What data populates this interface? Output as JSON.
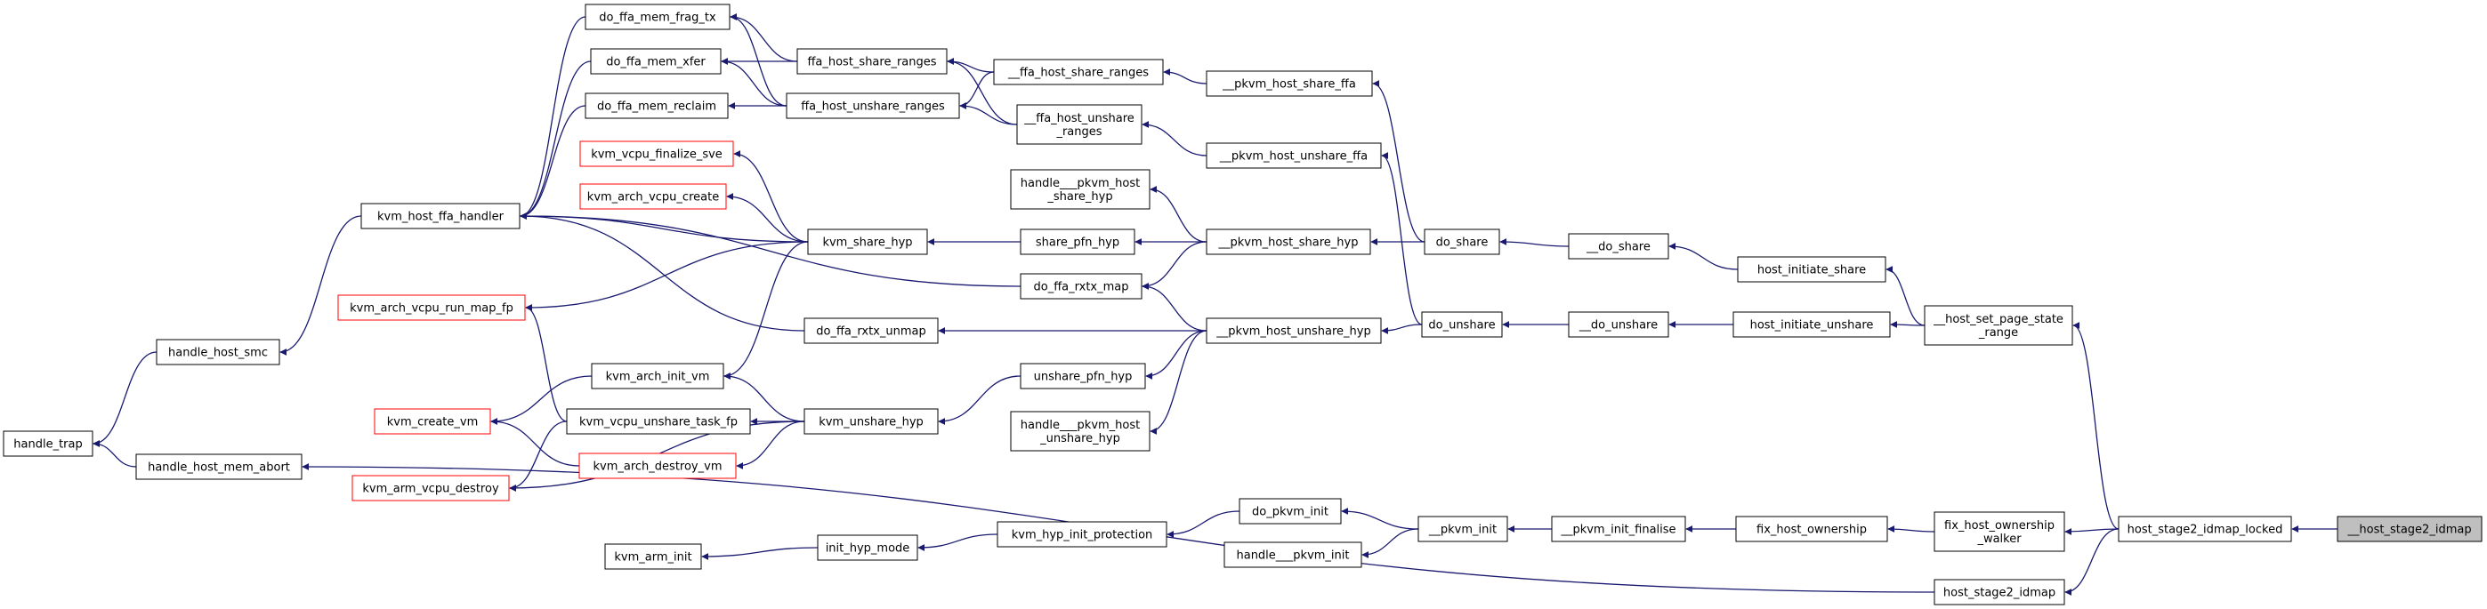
{
  "colors": {
    "edge": "#191970",
    "node_border": "#000000",
    "node_border_truncated": "#ff0000",
    "root_fill": "#bfbfbf",
    "node_fill": "#ffffff"
  },
  "nodes": {
    "n_host_stage2_idmap_root": {
      "lines": [
        "__host_stage2_idmap"
      ],
      "style": "root"
    },
    "n_host_stage2_idmap_locked": {
      "lines": [
        "host_stage2_idmap_locked"
      ],
      "style": "normal"
    },
    "n_host_set_page_state_range": {
      "lines": [
        "__host_set_page_state",
        "_range"
      ],
      "style": "normal"
    },
    "n_fix_host_ownership_walker": {
      "lines": [
        "fix_host_ownership",
        "_walker"
      ],
      "style": "normal"
    },
    "n_host_stage2_idmap": {
      "lines": [
        "host_stage2_idmap"
      ],
      "style": "normal"
    },
    "n_host_initiate_share": {
      "lines": [
        "host_initiate_share"
      ],
      "style": "normal"
    },
    "n_host_initiate_unshare": {
      "lines": [
        "host_initiate_unshare"
      ],
      "style": "normal"
    },
    "n_fix_host_ownership": {
      "lines": [
        "fix_host_ownership"
      ],
      "style": "normal"
    },
    "n_do_share2": {
      "lines": [
        "__do_share"
      ],
      "style": "normal"
    },
    "n_do_unshare2": {
      "lines": [
        "__do_unshare"
      ],
      "style": "normal"
    },
    "n_pkvm_init_finalise": {
      "lines": [
        "__pkvm_init_finalise"
      ],
      "style": "normal"
    },
    "n_do_share": {
      "lines": [
        "do_share"
      ],
      "style": "normal"
    },
    "n_do_unshare": {
      "lines": [
        "do_unshare"
      ],
      "style": "normal"
    },
    "n_pkvm_init": {
      "lines": [
        "__pkvm_init"
      ],
      "style": "normal"
    },
    "n_pkvm_host_share_ffa": {
      "lines": [
        "__pkvm_host_share_ffa"
      ],
      "style": "normal"
    },
    "n_pkvm_host_unshare_ffa": {
      "lines": [
        "__pkvm_host_unshare_ffa"
      ],
      "style": "normal"
    },
    "n_pkvm_host_share_hyp": {
      "lines": [
        "__pkvm_host_share_hyp"
      ],
      "style": "normal"
    },
    "n_pkvm_host_unshare_hyp": {
      "lines": [
        "__pkvm_host_unshare_hyp"
      ],
      "style": "normal"
    },
    "n_do_pkvm_init": {
      "lines": [
        "do_pkvm_init"
      ],
      "style": "normal"
    },
    "n_handle_pkvm_init": {
      "lines": [
        "handle___pkvm_init"
      ],
      "style": "normal"
    },
    "n_ffa_host_share_ranges2": {
      "lines": [
        "__ffa_host_share_ranges"
      ],
      "style": "normal"
    },
    "n_ffa_host_unshare_ranges2": {
      "lines": [
        "__ffa_host_unshare",
        "_ranges"
      ],
      "style": "normal"
    },
    "n_handle_pkvm_host_share_hyp": {
      "lines": [
        "handle___pkvm_host",
        "_share_hyp"
      ],
      "style": "normal"
    },
    "n_share_pfn_hyp": {
      "lines": [
        "share_pfn_hyp"
      ],
      "style": "normal"
    },
    "n_do_ffa_rxtx_map": {
      "lines": [
        "do_ffa_rxtx_map"
      ],
      "style": "normal"
    },
    "n_unshare_pfn_hyp": {
      "lines": [
        "unshare_pfn_hyp"
      ],
      "style": "normal"
    },
    "n_handle_pkvm_host_unshare_hyp": {
      "lines": [
        "handle___pkvm_host",
        "_unshare_hyp"
      ],
      "style": "normal"
    },
    "n_kvm_hyp_init_protection": {
      "lines": [
        "kvm_hyp_init_protection"
      ],
      "style": "normal"
    },
    "n_ffa_host_share_ranges": {
      "lines": [
        "ffa_host_share_ranges"
      ],
      "style": "normal"
    },
    "n_ffa_host_unshare_ranges": {
      "lines": [
        "ffa_host_unshare_ranges"
      ],
      "style": "normal"
    },
    "n_kvm_share_hyp": {
      "lines": [
        "kvm_share_hyp"
      ],
      "style": "normal"
    },
    "n_do_ffa_rxtx_unmap": {
      "lines": [
        "do_ffa_rxtx_unmap"
      ],
      "style": "normal"
    },
    "n_kvm_unshare_hyp": {
      "lines": [
        "kvm_unshare_hyp"
      ],
      "style": "normal"
    },
    "n_init_hyp_mode": {
      "lines": [
        "init_hyp_mode"
      ],
      "style": "normal"
    },
    "n_do_ffa_mem_frag_tx": {
      "lines": [
        "do_ffa_mem_frag_tx"
      ],
      "style": "normal"
    },
    "n_do_ffa_mem_xfer": {
      "lines": [
        "do_ffa_mem_xfer"
      ],
      "style": "normal"
    },
    "n_do_ffa_mem_reclaim": {
      "lines": [
        "do_ffa_mem_reclaim"
      ],
      "style": "normal"
    },
    "n_kvm_vcpu_finalize_sve": {
      "lines": [
        "kvm_vcpu_finalize_sve"
      ],
      "style": "truncated"
    },
    "n_kvm_arch_vcpu_create": {
      "lines": [
        "kvm_arch_vcpu_create"
      ],
      "style": "truncated"
    },
    "n_kvm_arch_init_vm": {
      "lines": [
        "kvm_arch_init_vm"
      ],
      "style": "normal"
    },
    "n_kvm_vcpu_unshare_task_fp": {
      "lines": [
        "kvm_vcpu_unshare_task_fp"
      ],
      "style": "normal"
    },
    "n_kvm_arch_destroy_vm": {
      "lines": [
        "kvm_arch_destroy_vm"
      ],
      "style": "truncated"
    },
    "n_kvm_arm_init": {
      "lines": [
        "kvm_arm_init"
      ],
      "style": "normal"
    },
    "n_kvm_host_ffa_handler": {
      "lines": [
        "kvm_host_ffa_handler"
      ],
      "style": "normal"
    },
    "n_kvm_arch_vcpu_run_map_fp": {
      "lines": [
        "kvm_arch_vcpu_run_map_fp"
      ],
      "style": "truncated"
    },
    "n_kvm_create_vm": {
      "lines": [
        "kvm_create_vm"
      ],
      "style": "truncated"
    },
    "n_kvm_arm_vcpu_destroy": {
      "lines": [
        "kvm_arm_vcpu_destroy"
      ],
      "style": "truncated"
    },
    "n_handle_host_smc": {
      "lines": [
        "handle_host_smc"
      ],
      "style": "normal"
    },
    "n_handle_host_mem_abort": {
      "lines": [
        "handle_host_mem_abort"
      ],
      "style": "normal"
    },
    "n_handle_trap": {
      "lines": [
        "handle_trap"
      ],
      "style": "normal"
    }
  },
  "edges": [
    [
      "n_host_stage2_idmap_locked",
      "n_host_stage2_idmap_root"
    ],
    [
      "n_host_set_page_state_range",
      "n_host_stage2_idmap_locked"
    ],
    [
      "n_fix_host_ownership_walker",
      "n_host_stage2_idmap_locked"
    ],
    [
      "n_host_stage2_idmap",
      "n_host_stage2_idmap_locked"
    ],
    [
      "n_host_initiate_share",
      "n_host_set_page_state_range"
    ],
    [
      "n_host_initiate_unshare",
      "n_host_set_page_state_range"
    ],
    [
      "n_fix_host_ownership",
      "n_fix_host_ownership_walker"
    ],
    [
      "n_handle_host_mem_abort",
      "n_host_stage2_idmap"
    ],
    [
      "n_do_share2",
      "n_host_initiate_share"
    ],
    [
      "n_do_unshare2",
      "n_host_initiate_unshare"
    ],
    [
      "n_pkvm_init_finalise",
      "n_fix_host_ownership"
    ],
    [
      "n_do_share",
      "n_do_share2"
    ],
    [
      "n_do_unshare",
      "n_do_unshare2"
    ],
    [
      "n_pkvm_init",
      "n_pkvm_init_finalise"
    ],
    [
      "n_pkvm_host_share_ffa",
      "n_do_share"
    ],
    [
      "n_pkvm_host_share_hyp",
      "n_do_share"
    ],
    [
      "n_pkvm_host_unshare_ffa",
      "n_do_unshare"
    ],
    [
      "n_pkvm_host_unshare_hyp",
      "n_do_unshare"
    ],
    [
      "n_do_pkvm_init",
      "n_pkvm_init"
    ],
    [
      "n_handle_pkvm_init",
      "n_pkvm_init"
    ],
    [
      "n_ffa_host_share_ranges2",
      "n_pkvm_host_share_ffa"
    ],
    [
      "n_ffa_host_unshare_ranges2",
      "n_pkvm_host_unshare_ffa"
    ],
    [
      "n_handle_pkvm_host_share_hyp",
      "n_pkvm_host_share_hyp"
    ],
    [
      "n_share_pfn_hyp",
      "n_pkvm_host_share_hyp"
    ],
    [
      "n_do_ffa_rxtx_map",
      "n_pkvm_host_share_hyp"
    ],
    [
      "n_do_ffa_rxtx_map",
      "n_pkvm_host_unshare_hyp"
    ],
    [
      "n_do_ffa_rxtx_unmap",
      "n_pkvm_host_unshare_hyp"
    ],
    [
      "n_unshare_pfn_hyp",
      "n_pkvm_host_unshare_hyp"
    ],
    [
      "n_handle_pkvm_host_unshare_hyp",
      "n_pkvm_host_unshare_hyp"
    ],
    [
      "n_kvm_hyp_init_protection",
      "n_do_pkvm_init"
    ],
    [
      "n_ffa_host_share_ranges",
      "n_ffa_host_share_ranges2"
    ],
    [
      "n_ffa_host_unshare_ranges",
      "n_ffa_host_share_ranges2"
    ],
    [
      "n_ffa_host_share_ranges",
      "n_ffa_host_unshare_ranges2"
    ],
    [
      "n_ffa_host_unshare_ranges",
      "n_ffa_host_unshare_ranges2"
    ],
    [
      "n_kvm_share_hyp",
      "n_share_pfn_hyp"
    ],
    [
      "n_kvm_host_ffa_handler",
      "n_do_ffa_rxtx_map"
    ],
    [
      "n_kvm_host_ffa_handler",
      "n_do_ffa_rxtx_unmap"
    ],
    [
      "n_kvm_unshare_hyp",
      "n_unshare_pfn_hyp"
    ],
    [
      "n_init_hyp_mode",
      "n_kvm_hyp_init_protection"
    ],
    [
      "n_do_ffa_mem_frag_tx",
      "n_ffa_host_share_ranges"
    ],
    [
      "n_do_ffa_mem_xfer",
      "n_ffa_host_share_ranges"
    ],
    [
      "n_do_ffa_mem_frag_tx",
      "n_ffa_host_unshare_ranges"
    ],
    [
      "n_do_ffa_mem_xfer",
      "n_ffa_host_unshare_ranges"
    ],
    [
      "n_do_ffa_mem_reclaim",
      "n_ffa_host_unshare_ranges"
    ],
    [
      "n_kvm_vcpu_finalize_sve",
      "n_kvm_share_hyp"
    ],
    [
      "n_kvm_arch_vcpu_create",
      "n_kvm_share_hyp"
    ],
    [
      "n_kvm_arch_init_vm",
      "n_kvm_share_hyp"
    ],
    [
      "n_kvm_host_ffa_handler",
      "n_kvm_share_hyp"
    ],
    [
      "n_kvm_arch_vcpu_run_map_fp",
      "n_kvm_share_hyp"
    ],
    [
      "n_kvm_arch_init_vm",
      "n_kvm_unshare_hyp"
    ],
    [
      "n_kvm_vcpu_unshare_task_fp",
      "n_kvm_unshare_hyp"
    ],
    [
      "n_kvm_arch_destroy_vm",
      "n_kvm_unshare_hyp"
    ],
    [
      "n_kvm_arm_vcpu_destroy",
      "n_kvm_unshare_hyp"
    ],
    [
      "n_kvm_arm_init",
      "n_init_hyp_mode"
    ],
    [
      "n_kvm_host_ffa_handler",
      "n_do_ffa_mem_frag_tx"
    ],
    [
      "n_kvm_host_ffa_handler",
      "n_do_ffa_mem_xfer"
    ],
    [
      "n_kvm_host_ffa_handler",
      "n_do_ffa_mem_reclaim"
    ],
    [
      "n_kvm_create_vm",
      "n_kvm_arch_init_vm"
    ],
    [
      "n_kvm_arch_vcpu_run_map_fp",
      "n_kvm_vcpu_unshare_task_fp"
    ],
    [
      "n_kvm_create_vm",
      "n_kvm_arch_destroy_vm"
    ],
    [
      "n_kvm_arm_vcpu_destroy",
      "n_kvm_vcpu_unshare_task_fp"
    ],
    [
      "n_handle_host_smc",
      "n_kvm_host_ffa_handler"
    ],
    [
      "n_handle_trap",
      "n_handle_host_smc"
    ],
    [
      "n_handle_trap",
      "n_handle_host_mem_abort"
    ]
  ]
}
